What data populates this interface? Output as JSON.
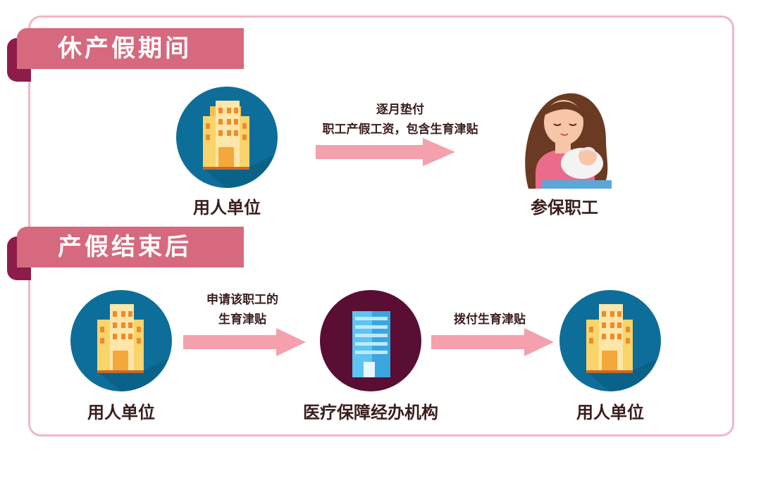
{
  "sections": [
    {
      "title": "休产假期间"
    },
    {
      "title": "产假结束后"
    }
  ],
  "during": {
    "employer_label": "用人单位",
    "arrow_line1": "逐月垫付",
    "arrow_line2": "职工产假工资，包含生育津贴",
    "employee_label": "参保职工"
  },
  "after": {
    "employer_label": "用人单位",
    "arrow1_line1": "申请该职工的",
    "arrow1_line2": "生育津贴",
    "agency_label": "医疗保障经办机构",
    "arrow2_line1": "拨付生育津贴",
    "employer2_label": "用人单位"
  },
  "colors": {
    "frame": "#f2b6c4",
    "banner": "#d6697d",
    "banner_roll": "#8e1c4a",
    "arrow": "#f4a0ad",
    "employer_circle": "#0d6e9a",
    "agency_circle": "#5a0e33"
  },
  "icons": [
    "building-icon",
    "mother-baby-icon",
    "office-tower-icon"
  ]
}
